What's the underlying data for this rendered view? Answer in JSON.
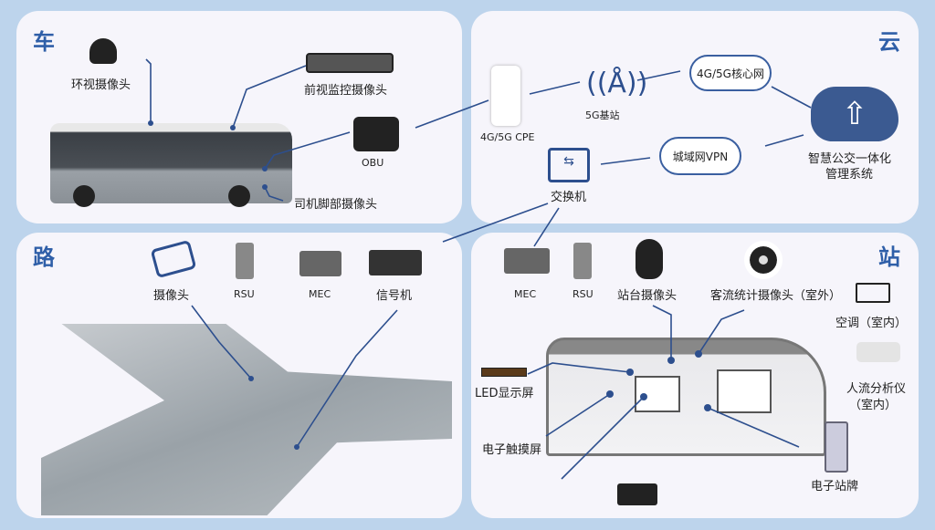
{
  "sections": {
    "vehicle": "车",
    "cloud": "云",
    "road": "路",
    "station": "站"
  },
  "vehicle": {
    "surround_camera": "环视摄像头",
    "front_camera": "前视监控摄像头",
    "obu": "OBU",
    "driver_foot_camera": "司机脚部摄像头"
  },
  "cloud": {
    "cpe": "4G/5G CPE",
    "base_station": "5G基站",
    "core_network": "4G/5G核心网",
    "metro_vpn": "城域网VPN",
    "switch": "交换机",
    "platform_line1": "智慧公交一体化",
    "platform_line2": "管理系统"
  },
  "road": {
    "camera": "摄像头",
    "rsu": "RSU",
    "mec": "MEC",
    "signal": "信号机"
  },
  "station": {
    "mec": "MEC",
    "rsu": "RSU",
    "platform_camera": "站台摄像头",
    "passenger_camera": "客流统计摄像头（室外）",
    "ac": "空调（室内）",
    "flow_analyzer_line1": "人流分析仪",
    "flow_analyzer_line2": "（室内）",
    "led": "LED显示屏",
    "touch_screen": "电子触摸屏",
    "e_sign": "电子站牌"
  },
  "colors": {
    "title": "#2f5fa8",
    "line": "#2d4f8e",
    "background": "#bdd4ec",
    "panel": "#f6f5fb"
  }
}
